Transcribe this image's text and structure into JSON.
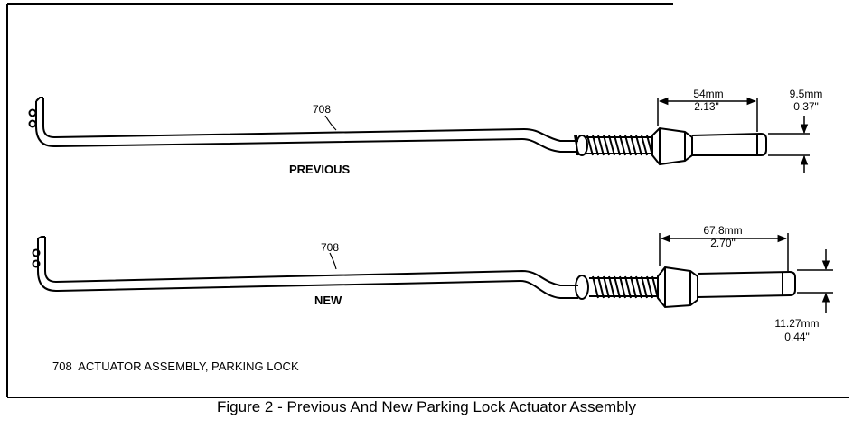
{
  "diagram": {
    "previous": {
      "part_number": "708",
      "label": "PREVIOUS",
      "length_dim": {
        "mm": "54mm",
        "in": "2.13\""
      },
      "diameter_dim": {
        "mm": "9.5mm",
        "in": "0.37\""
      }
    },
    "new": {
      "part_number": "708",
      "label": "NEW",
      "length_dim": {
        "mm": "67.8mm",
        "in": "2.70\""
      },
      "diameter_dim": {
        "mm": "11.27mm",
        "in": "0.44\""
      }
    },
    "legend": "708  ACTUATOR ASSEMBLY, PARKING LOCK"
  },
  "caption": "Figure 2 - Previous And New Parking Lock Actuator Assembly"
}
